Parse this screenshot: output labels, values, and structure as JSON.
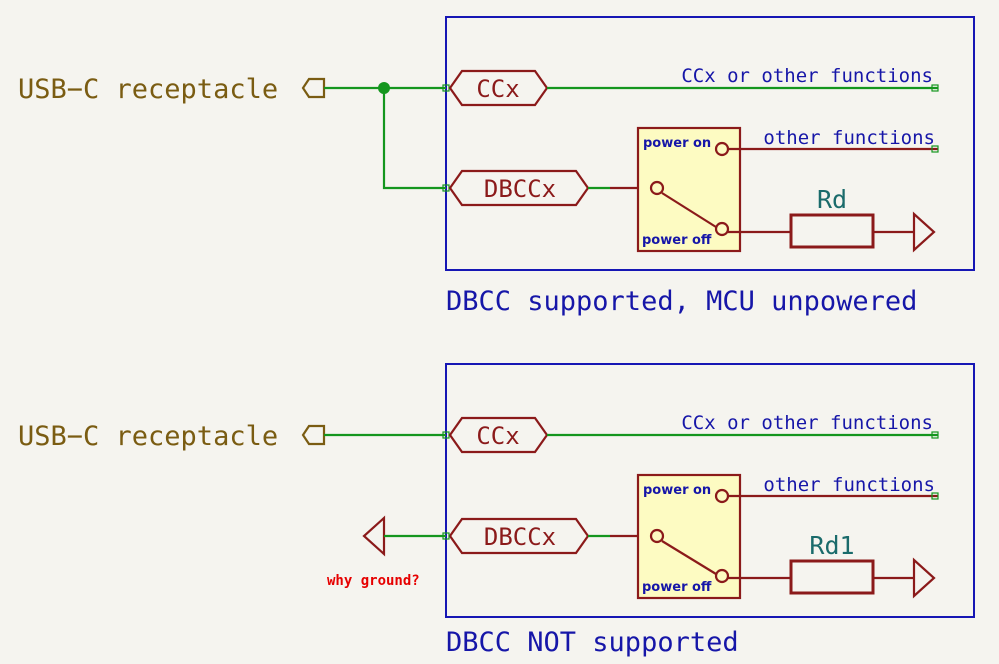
{
  "colors": {
    "background": "#f5f4ef",
    "wire": "#14961e",
    "component": "#8b1a1a",
    "box": "#1616b4",
    "usb_label": "#7a5c12",
    "switch_fill": "#fdfbc2",
    "resistor_label": "#1a6b6b",
    "note": "#e60000"
  },
  "top": {
    "title": "DBCC supported, MCU unpowered",
    "usb_label": "USB−C receptacle",
    "cc_port": "CCx",
    "dbcc_port": "DBCCx",
    "cc_net": "CCx or other functions",
    "other_net": "other functions",
    "sw_on": "power on",
    "sw_off": "power off",
    "resistor": "Rd"
  },
  "bottom": {
    "title": "DBCC NOT supported",
    "usb_label": "USB−C receptacle",
    "cc_port": "CCx",
    "dbcc_port": "DBCCx",
    "cc_net": "CCx or other functions",
    "other_net": "other functions",
    "sw_on": "power on",
    "sw_off": "power off",
    "resistor": "Rd1",
    "note": "why ground?"
  }
}
